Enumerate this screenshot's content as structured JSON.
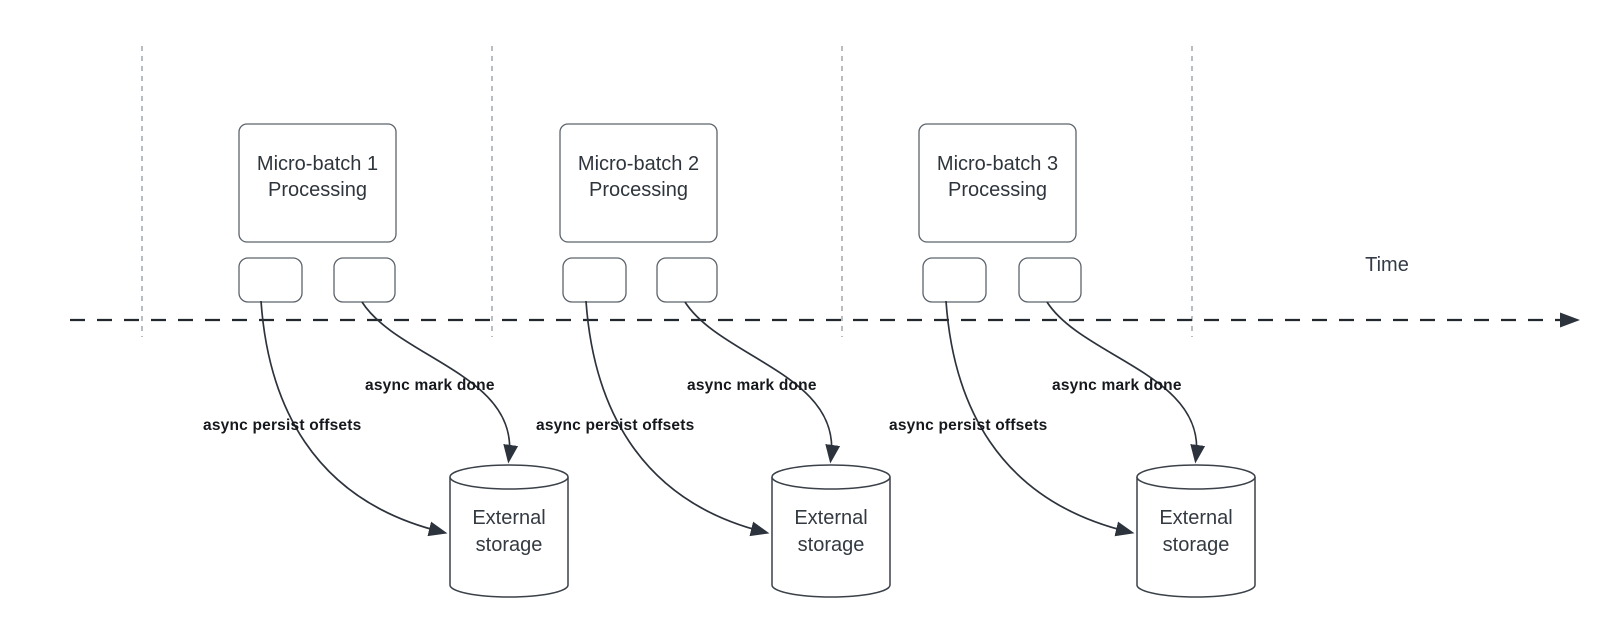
{
  "diagram": {
    "time_axis": {
      "label": "Time"
    },
    "groups": [
      {
        "process_label": "Micro-batch 1\nProcessing",
        "persist_label": "async persist offsets",
        "mark_done_label": "async mark done",
        "storage_label": "External\nstorage"
      },
      {
        "process_label": "Micro-batch 2\nProcessing",
        "persist_label": "async persist offsets",
        "mark_done_label": "async mark done",
        "storage_label": "External\nstorage"
      },
      {
        "process_label": "Micro-batch 3\nProcessing",
        "persist_label": "async persist offsets",
        "mark_done_label": "async mark done",
        "storage_label": "External\nstorage"
      }
    ],
    "colors": {
      "shape_stroke": "#5c636b",
      "arrow_stroke": "#2d333c",
      "guide_line": "#adb2b8",
      "axis_line": "#23272e",
      "text": "#2f353c",
      "background": "#ffffff"
    }
  }
}
